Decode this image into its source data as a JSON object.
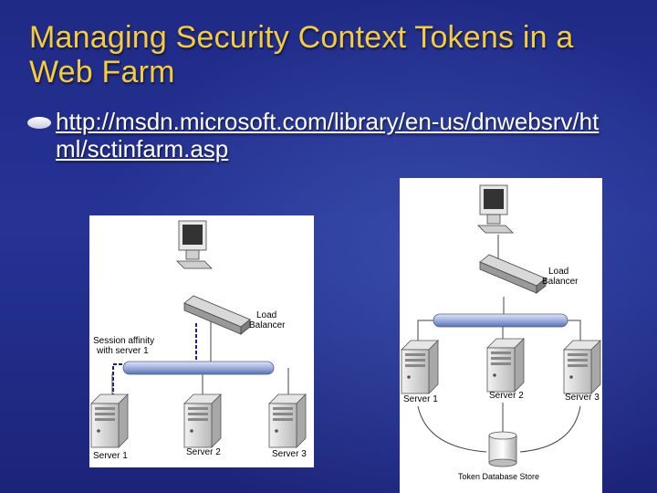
{
  "slide": {
    "title": "Managing Security Context Tokens in a Web Farm",
    "bullet_link": "http://msdn.microsoft.com/library/en-us/dnwebsrv/html/sctinfarm.asp"
  },
  "left_diagram": {
    "load_balancer_label_1": "Load",
    "load_balancer_label_2": "Balancer",
    "session_label_1": "Session affinity",
    "session_label_2": "with server 1",
    "server1": "Server 1",
    "server2": "Server 2",
    "server3": "Server 3"
  },
  "right_diagram": {
    "load_balancer_label_1": "Load",
    "load_balancer_label_2": "Balancer",
    "server1": "Server 1",
    "server2": "Server 2",
    "server3": "Server 3",
    "store_label": "Token Database Store"
  },
  "colors": {
    "title": "#f4cc3c",
    "background": "#243191",
    "network_bus": "#9bb0df",
    "affinity_line": "#16208e"
  }
}
